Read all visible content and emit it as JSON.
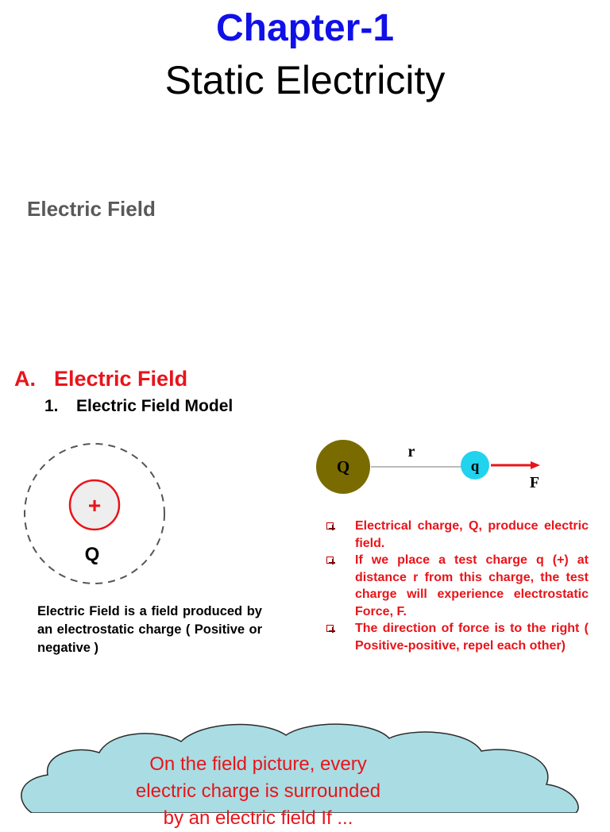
{
  "header": {
    "chapter": "Chapter-1",
    "subtitle": "Static Electricity"
  },
  "section_label": "Electric Field",
  "heading_a": {
    "marker": "A.",
    "text": "Electric Field"
  },
  "heading_1": {
    "marker": "1.",
    "text": "Electric Field Model"
  },
  "charge_diagram": {
    "sign": "+",
    "label": "Q"
  },
  "description": "Electric Field is a field produced by an electrostatic charge ( Positive or negative )",
  "field_diagram": {
    "source_label": "Q",
    "test_label": "q",
    "distance_label": "r",
    "force_label": "F",
    "colors": {
      "source_fill": "#7a6b00",
      "test_fill": "#22d3ee",
      "arrow": "#e8141a"
    }
  },
  "bullets": [
    "Electrical charge, Q, produce electric field.",
    "If we place a test charge q (+) at distance r from this charge, the test charge will experience electrostatic Force, F.",
    "The direction of force is to the right ( Positive-positive, repel each other)"
  ],
  "callout": {
    "lines": [
      "On the field picture, every",
      "electric charge is surrounded",
      "by an electric field If ..."
    ],
    "fill": "#a9dde3"
  },
  "colors": {
    "chapter": "#1010e8",
    "heading_red": "#e8141a",
    "section_gray": "#595959"
  }
}
